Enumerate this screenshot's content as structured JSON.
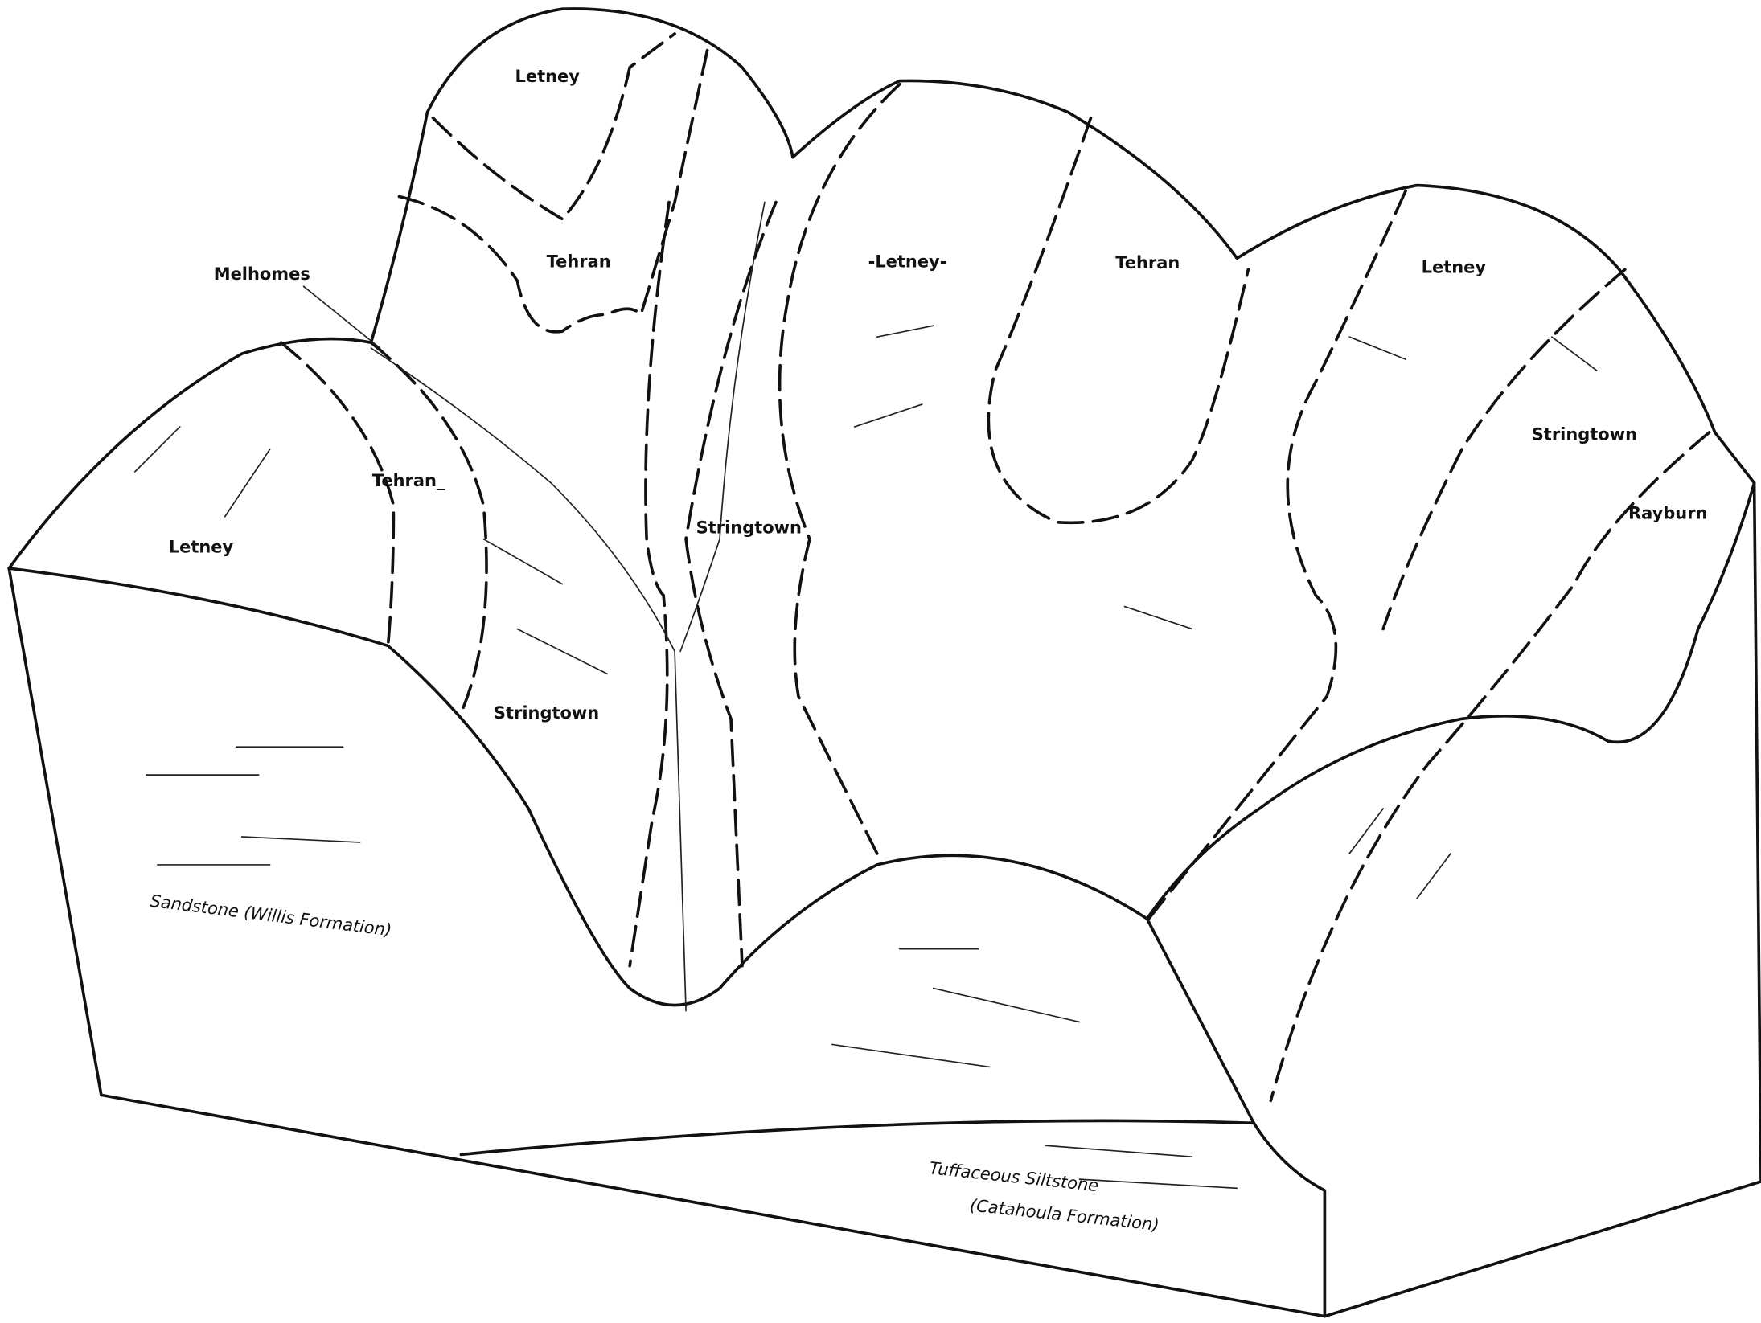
{
  "diagram": {
    "type": "soil-landscape block diagram",
    "soil_labels": {
      "letney_top": "Letney",
      "tehran_upper": "Tehran",
      "melhomes": "Melhomes",
      "letney_center": "-Letney-",
      "tehran_right": "Tehran",
      "letney_right": "Letney",
      "stringtown_right": "Stringtown",
      "rayburn": "Rayburn",
      "tehran_left": "Tehran_",
      "letney_left": "Letney",
      "stringtown_center": "Stringtown",
      "stringtown_left": "Stringtown"
    },
    "formation_labels": {
      "sandstone": "Sandstone (Willis Formation)",
      "siltstone_line1": "Tuffaceous Siltstone",
      "siltstone_line2": "(Catahoula Formation)"
    }
  }
}
